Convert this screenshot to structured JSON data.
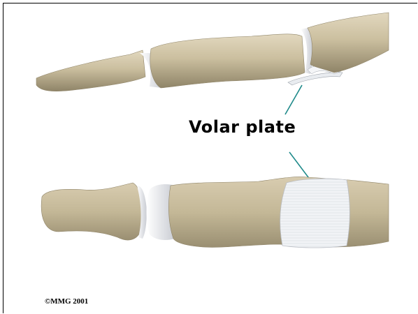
{
  "figure": {
    "label": "Volar plate",
    "copyright": "©MMG 2001"
  },
  "colors": {
    "bone": "#cfc3a6",
    "bone_shadow": "#a99d80",
    "cartilage": "#eef0f3",
    "leader_line": "#1f8a8a"
  },
  "icons": [
    "finger-bones-lateral-view",
    "finger-bones-volar-view",
    "volar-plate-ligament"
  ]
}
